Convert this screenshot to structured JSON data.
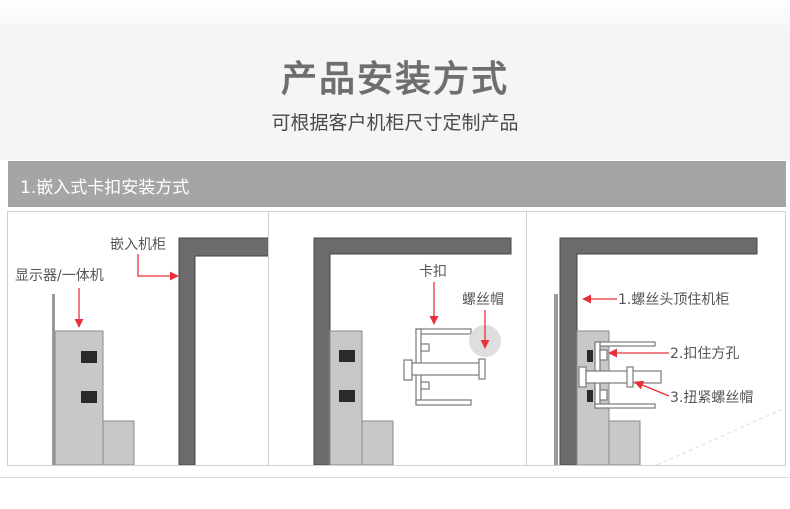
{
  "header": {
    "title": "产品安装方式",
    "subtitle": "可根据客户机柜尺寸定制产品"
  },
  "section": {
    "title": "1.嵌入式卡扣安装方式"
  },
  "panels": [
    {
      "labels": {
        "cabinet": "嵌入机柜",
        "display": "显示器/一体机"
      }
    },
    {
      "labels": {
        "clip": "卡扣",
        "nut": "螺丝帽"
      }
    },
    {
      "labels": {
        "step1": "1.螺丝头顶住机柜",
        "step2": "2.扣住方孔",
        "step3": "3.扭紧螺丝帽"
      }
    }
  ],
  "colors": {
    "cabinet_dark": "#6b6b6b",
    "device_gray": "#c8c8c8",
    "arrow_red": "#e8303a",
    "section_bar": "#a5a5a5"
  }
}
